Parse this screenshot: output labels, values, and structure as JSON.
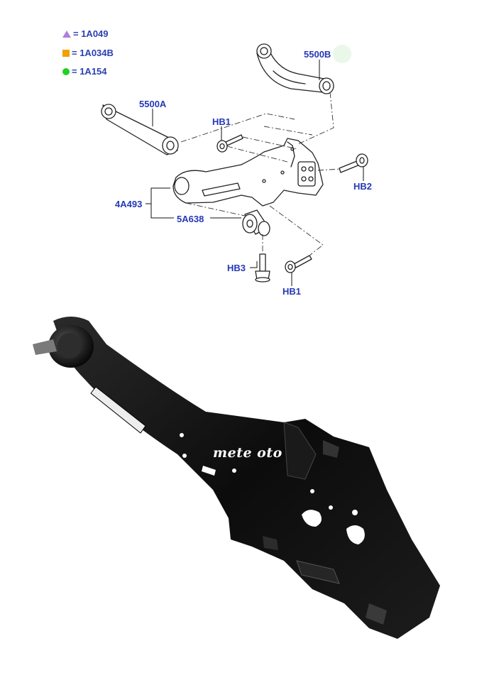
{
  "legend": [
    {
      "symbol": "triangle",
      "color": "#b07fd8",
      "text": "= 1A049"
    },
    {
      "symbol": "square",
      "color": "#f0a000",
      "text": "= 1A034B"
    },
    {
      "symbol": "circle",
      "color": "#22d022",
      "text": "= 1A154"
    }
  ],
  "labels": {
    "upper_arm_b": "5500B",
    "upper_arm_a": "5500A",
    "bolt_hb1_top": "HB1",
    "bolt_hb2": "HB2",
    "lower_arm": "4A493",
    "bushing": "5A638",
    "bolt_hb3": "HB3",
    "bolt_hb1_bottom": "HB1"
  },
  "watermark": "mete oto",
  "colors": {
    "label_blue": "#2438b8",
    "line": "#222222",
    "part_black": "#121212"
  }
}
